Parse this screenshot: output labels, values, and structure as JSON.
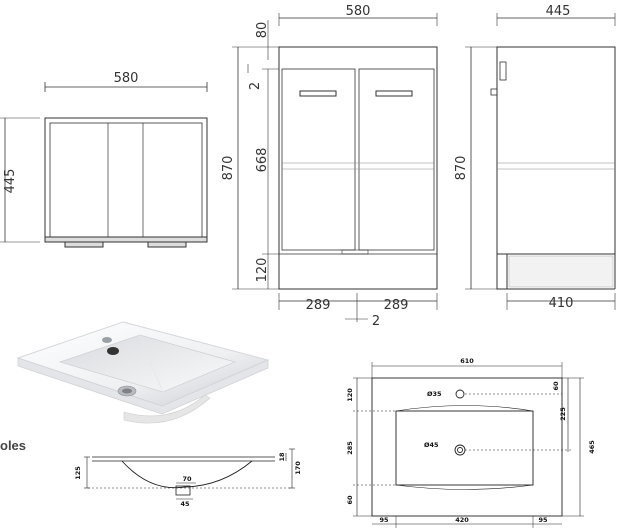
{
  "cabinet_top": {
    "width": "580",
    "depth": "445"
  },
  "cabinet_front": {
    "width": "580",
    "top_gap": "80",
    "drawer_gap": "2",
    "height": "870",
    "door_height": "668",
    "plinth": "120",
    "door_left": "289",
    "door_right": "289",
    "center_gap": "2"
  },
  "cabinet_side": {
    "depth": "445",
    "height": "870",
    "base_depth": "410"
  },
  "basin_section": {
    "d1": "125",
    "d2": "18",
    "d3": "170",
    "d4": "70",
    "d5": "45"
  },
  "basin_plan": {
    "width": "610",
    "depth": "465",
    "top": "120",
    "bowl_depth": "285",
    "bottom": "60",
    "right_top": "60",
    "right_mid": "225",
    "tap_hole": "Ø35",
    "drain": "Ø45",
    "left_margin": "95",
    "bowl_width": "420",
    "right_margin": "95"
  },
  "caption": "oles"
}
